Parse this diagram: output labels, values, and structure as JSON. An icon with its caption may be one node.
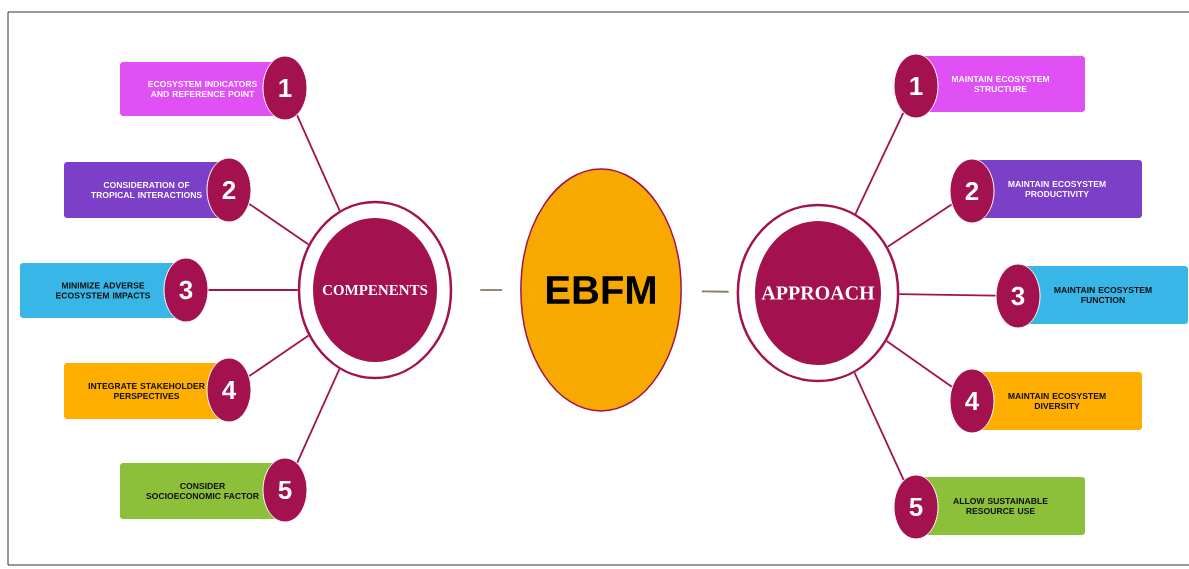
{
  "diagram": {
    "nodes": [
      {
        "text": [
          "COMPENENTS"
        ]
      },
      {
        "text": [
          "EBFM"
        ]
      },
      {
        "text": [
          "APPROACH"
        ]
      },
      {
        "text": [
          "ECOSYSTEM INDICATORS AND REFERENCE POINT"
        ]
      },
      {
        "text": [
          "1"
        ]
      },
      {
        "text": [
          "CONSIDERATION OF TROPICAL INTERACTIONS"
        ]
      },
      {
        "text": [
          "2"
        ]
      },
      {
        "text": [
          "MINIMIZE ADVERSE ECOSYSTEM IMPACTS"
        ]
      },
      {
        "text": [
          "3"
        ]
      },
      {
        "text": [
          "INTEGRATE STAKEHOLDER PERSPECTIVES"
        ]
      },
      {
        "text": [
          "4"
        ]
      },
      {
        "text": [
          "CONSIDER SOCIOECONOMIC FACTOR"
        ]
      },
      {
        "text": [
          "5"
        ]
      },
      {
        "text": [
          "MAINTAIN ECOSYSTEM STRUCTURE"
        ]
      },
      {
        "text": [
          "1"
        ]
      },
      {
        "text": [
          "MAINTAIN ECOSYSTEM PRODUCTIVITY"
        ]
      },
      {
        "text": [
          "2"
        ]
      },
      {
        "text": [
          "MAINTAIN ECOSYSTEM FUNCTION"
        ]
      },
      {
        "text": [
          "3"
        ]
      },
      {
        "text": [
          "MAINTAIN ECOSYSTEM DIVERSITY"
        ]
      },
      {
        "text": [
          "4"
        ]
      },
      {
        "text": [
          "ALLOW SUSTAINABLE RESOURCE USE"
        ]
      },
      {
        "text": [
          "5"
        ]
      }
    ],
    "edges": [
      {
        "from": 0,
        "to": 1,
        "arrow": "none",
        "color": "#8b7d5e"
      },
      {
        "from": 1,
        "to": 2,
        "arrow": "none",
        "color": "#8b7d5e"
      },
      {
        "from": 4,
        "to": 0,
        "arrow": "none"
      },
      {
        "from": 6,
        "to": 0,
        "arrow": "none"
      },
      {
        "from": 8,
        "to": 0,
        "arrow": "none"
      },
      {
        "from": 10,
        "to": 0,
        "arrow": "none"
      },
      {
        "from": 12,
        "to": 0,
        "arrow": "none"
      },
      {
        "from": 2,
        "to": 14,
        "arrow": "none"
      },
      {
        "from": 2,
        "to": 16,
        "arrow": "none"
      },
      {
        "from": 2,
        "to": 18,
        "arrow": "none"
      },
      {
        "from": 2,
        "to": 20,
        "arrow": "none"
      },
      {
        "from": 2,
        "to": 22,
        "arrow": "none"
      }
    ]
  }
}
